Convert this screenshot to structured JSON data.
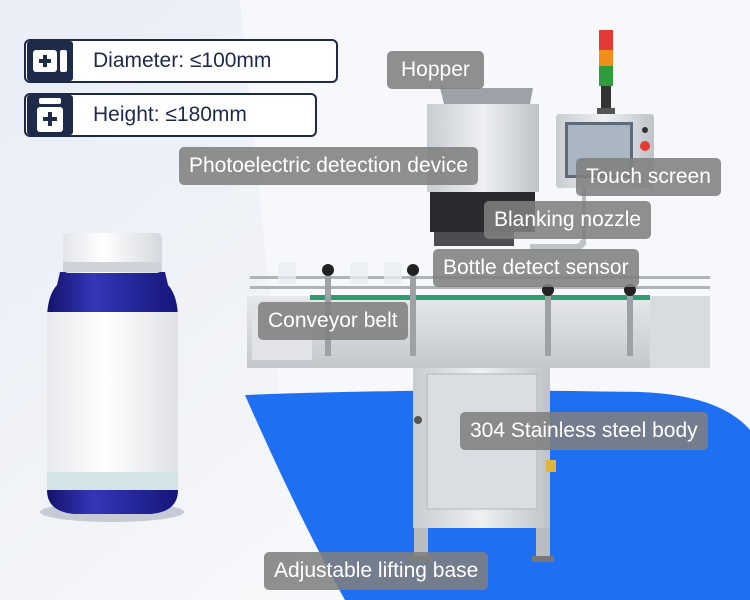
{
  "specs": {
    "diameter": "Diameter: ≤100mm",
    "height": "Height: ≤180mm"
  },
  "labels": {
    "hopper": "Hopper",
    "photoelectric": "Photoelectric detection device",
    "touch_screen": "Touch screen",
    "blanking_nozzle": "Blanking nozzle",
    "bottle_sensor": "Bottle detect sensor",
    "conveyor_belt": "Conveyor belt",
    "stainless_body": "304 Stainless steel body",
    "lifting_base": "Adjustable lifting base"
  },
  "colors": {
    "accent_blue": "#1f6ff2",
    "badge_navy": "#1e2a4a",
    "label_gray": "#808080",
    "bottle_blue": "#23249a",
    "signal_red": "#e53935",
    "signal_orange": "#f28c1a",
    "signal_green": "#2e9e3c"
  },
  "icons": [
    "bottle-diameter-icon",
    "bottle-height-icon"
  ]
}
